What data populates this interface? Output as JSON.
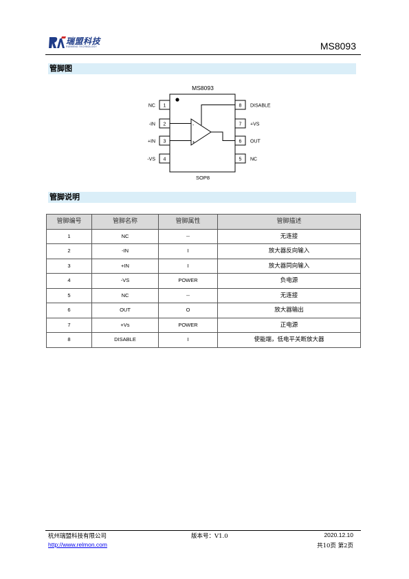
{
  "header": {
    "logo_cn": "瑞盟科技",
    "logo_en": "RUIMENG TECHNOLOGY",
    "model": "MS8093"
  },
  "sections": {
    "pin_diagram": "管脚图",
    "pin_description": "管脚说明"
  },
  "diagram": {
    "chip_name": "MS8093",
    "package": "SOP8",
    "op_plus": "+",
    "op_minus": "-",
    "left_pins": [
      {
        "number": "1",
        "label": "NC"
      },
      {
        "number": "2",
        "label": "-IN"
      },
      {
        "number": "3",
        "label": "+IN"
      },
      {
        "number": "4",
        "label": "-VS"
      }
    ],
    "right_pins": [
      {
        "number": "8",
        "label": "DISABLE"
      },
      {
        "number": "7",
        "label": "+VS"
      },
      {
        "number": "6",
        "label": "OUT"
      },
      {
        "number": "5",
        "label": "NC"
      }
    ]
  },
  "table": {
    "headers": [
      "管脚编号",
      "管脚名称",
      "管脚属性",
      "管脚描述"
    ],
    "rows": [
      [
        "1",
        "NC",
        "--",
        "无连接"
      ],
      [
        "2",
        "-IN",
        "I",
        "放大器反向输入"
      ],
      [
        "3",
        "+IN",
        "I",
        "放大器同向输入"
      ],
      [
        "4",
        "-VS",
        "POWER",
        "负电源"
      ],
      [
        "5",
        "NC",
        "--",
        "无连接"
      ],
      [
        "6",
        "OUT",
        "O",
        "放大器输出"
      ],
      [
        "7",
        "+Vs",
        "POWER",
        "正电源"
      ],
      [
        "8",
        "DISABLE",
        "I",
        "使能端，低电平关断放大器"
      ]
    ]
  },
  "footer": {
    "company": "杭州瑞盟科技有限公司",
    "version": "版本号：V1.0",
    "date": "2020.12.10",
    "url": "http://www.relmon.com",
    "page": "共10页 第2页"
  },
  "colors": {
    "section_bg": "#daeef8",
    "logo_blue": "#1f3c88",
    "table_header_bg": "#d9d9d9"
  }
}
